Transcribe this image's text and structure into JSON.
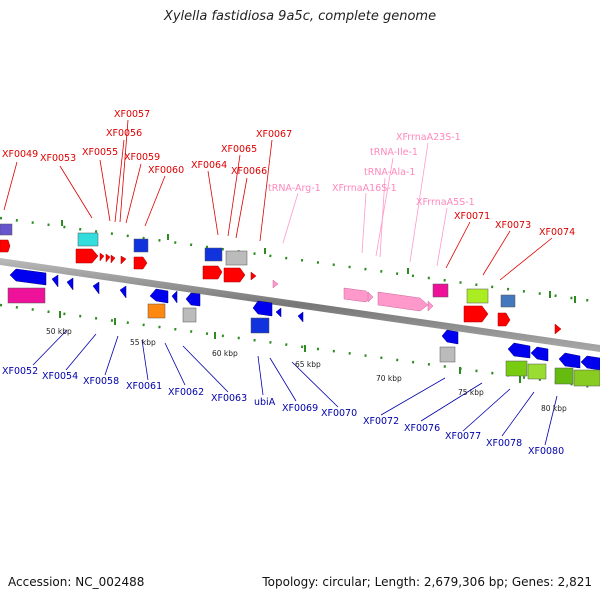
{
  "title": "Xylella fastidiosa 9a5c, complete genome",
  "footer": {
    "accession": "Accession: NC_002488",
    "summary": "Topology: circular; Length: 2,679,306 bp; Genes: 2,821"
  },
  "scale_ticks": [
    "50 kbp",
    "55 kbp",
    "60 kbp",
    "65 kbp",
    "70 kbp",
    "75 kbp",
    "80 kbp"
  ],
  "labels_top": [
    "XF0049",
    "XF0053",
    "XF0055",
    "XF0056",
    "XF0057",
    "XF0059",
    "XF0060",
    "XF0064",
    "XF0065",
    "XF0066",
    "XF0067",
    "XF0071",
    "XF0073",
    "XF0074"
  ],
  "labels_rna": [
    "tRNA-Arg-1",
    "XFrrnaA16S-1",
    "tRNA-Ile-1",
    "tRNA-Ala-1",
    "XFrrnaA23S-1",
    "XFrrnaA5S-1"
  ],
  "labels_bottom": [
    "XF0052",
    "XF0054",
    "XF0058",
    "XF0061",
    "XF0062",
    "XF0063",
    "ubiA",
    "XF0069",
    "XF0070",
    "XF0072",
    "XF0076",
    "XF0077",
    "XF0078",
    "XF0080"
  ],
  "colors": {
    "forward_gene": "#ff0000",
    "reverse_gene": "#0000ff",
    "rna": "#ff99cc",
    "label_forward": "#dd0000",
    "label_reverse": "#0000aa",
    "backbone": "#888888",
    "cog_ticks": "#228b22"
  }
}
